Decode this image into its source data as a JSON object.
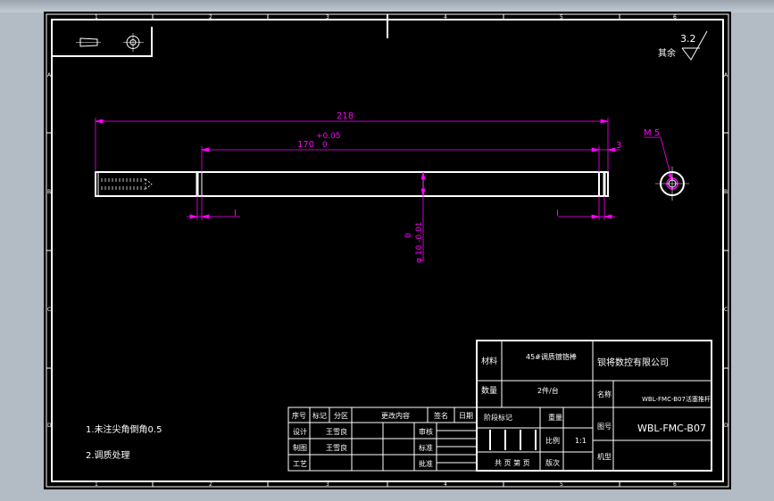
{
  "border": {
    "top_zones": [
      "1",
      "2",
      "3",
      "4",
      "5",
      "6"
    ],
    "bottom_zones": [
      "1",
      "2",
      "3",
      "4",
      "5",
      "6"
    ],
    "side_zones": [
      "A",
      "B",
      "C",
      "D"
    ]
  },
  "dimensions": {
    "overall_length": "218",
    "right_offset": "3",
    "tolerance_upper": "+0.05",
    "inner_length": "170",
    "inner_length_suffix": "0",
    "section_marker_left": "I",
    "section_marker_right": "I",
    "diameter_tolerance_upper": "0",
    "diameter_label": "φ 10 -0.01",
    "thread_label": "M 5"
  },
  "surface_finish": {
    "label": "其余",
    "value": "3.2"
  },
  "notes": [
    "1.未注尖角倒角0.5",
    "2.调质处理"
  ],
  "title_block": {
    "material_label": "材料",
    "material_value": "45#调质镀铬棒",
    "company": "钡将数控有限公司",
    "quantity_label": "数量",
    "quantity_value": "2件/台",
    "name_label": "名称",
    "name_value": "WBL-FMC-B07活塞推杆",
    "drawing_label": "图号",
    "drawing_value": "WBL-FMC-B07",
    "stage_label": "阶段标记",
    "weight_label": "重量",
    "scale_label": "比例",
    "scale_value": "1:1",
    "sheet_label": "共 页 第 页",
    "version_label": "版次",
    "part_no_label": "机型"
  },
  "revision_block": {
    "headers": [
      "序号",
      "标记",
      "分区",
      "更改内容",
      "签名",
      "日期"
    ],
    "rows": [
      [
        "设计",
        "王雪良",
        "",
        "审核"
      ],
      [
        "制图",
        "王雪良",
        "",
        "标准"
      ],
      [
        "工艺",
        "",
        "",
        "批准"
      ]
    ]
  }
}
